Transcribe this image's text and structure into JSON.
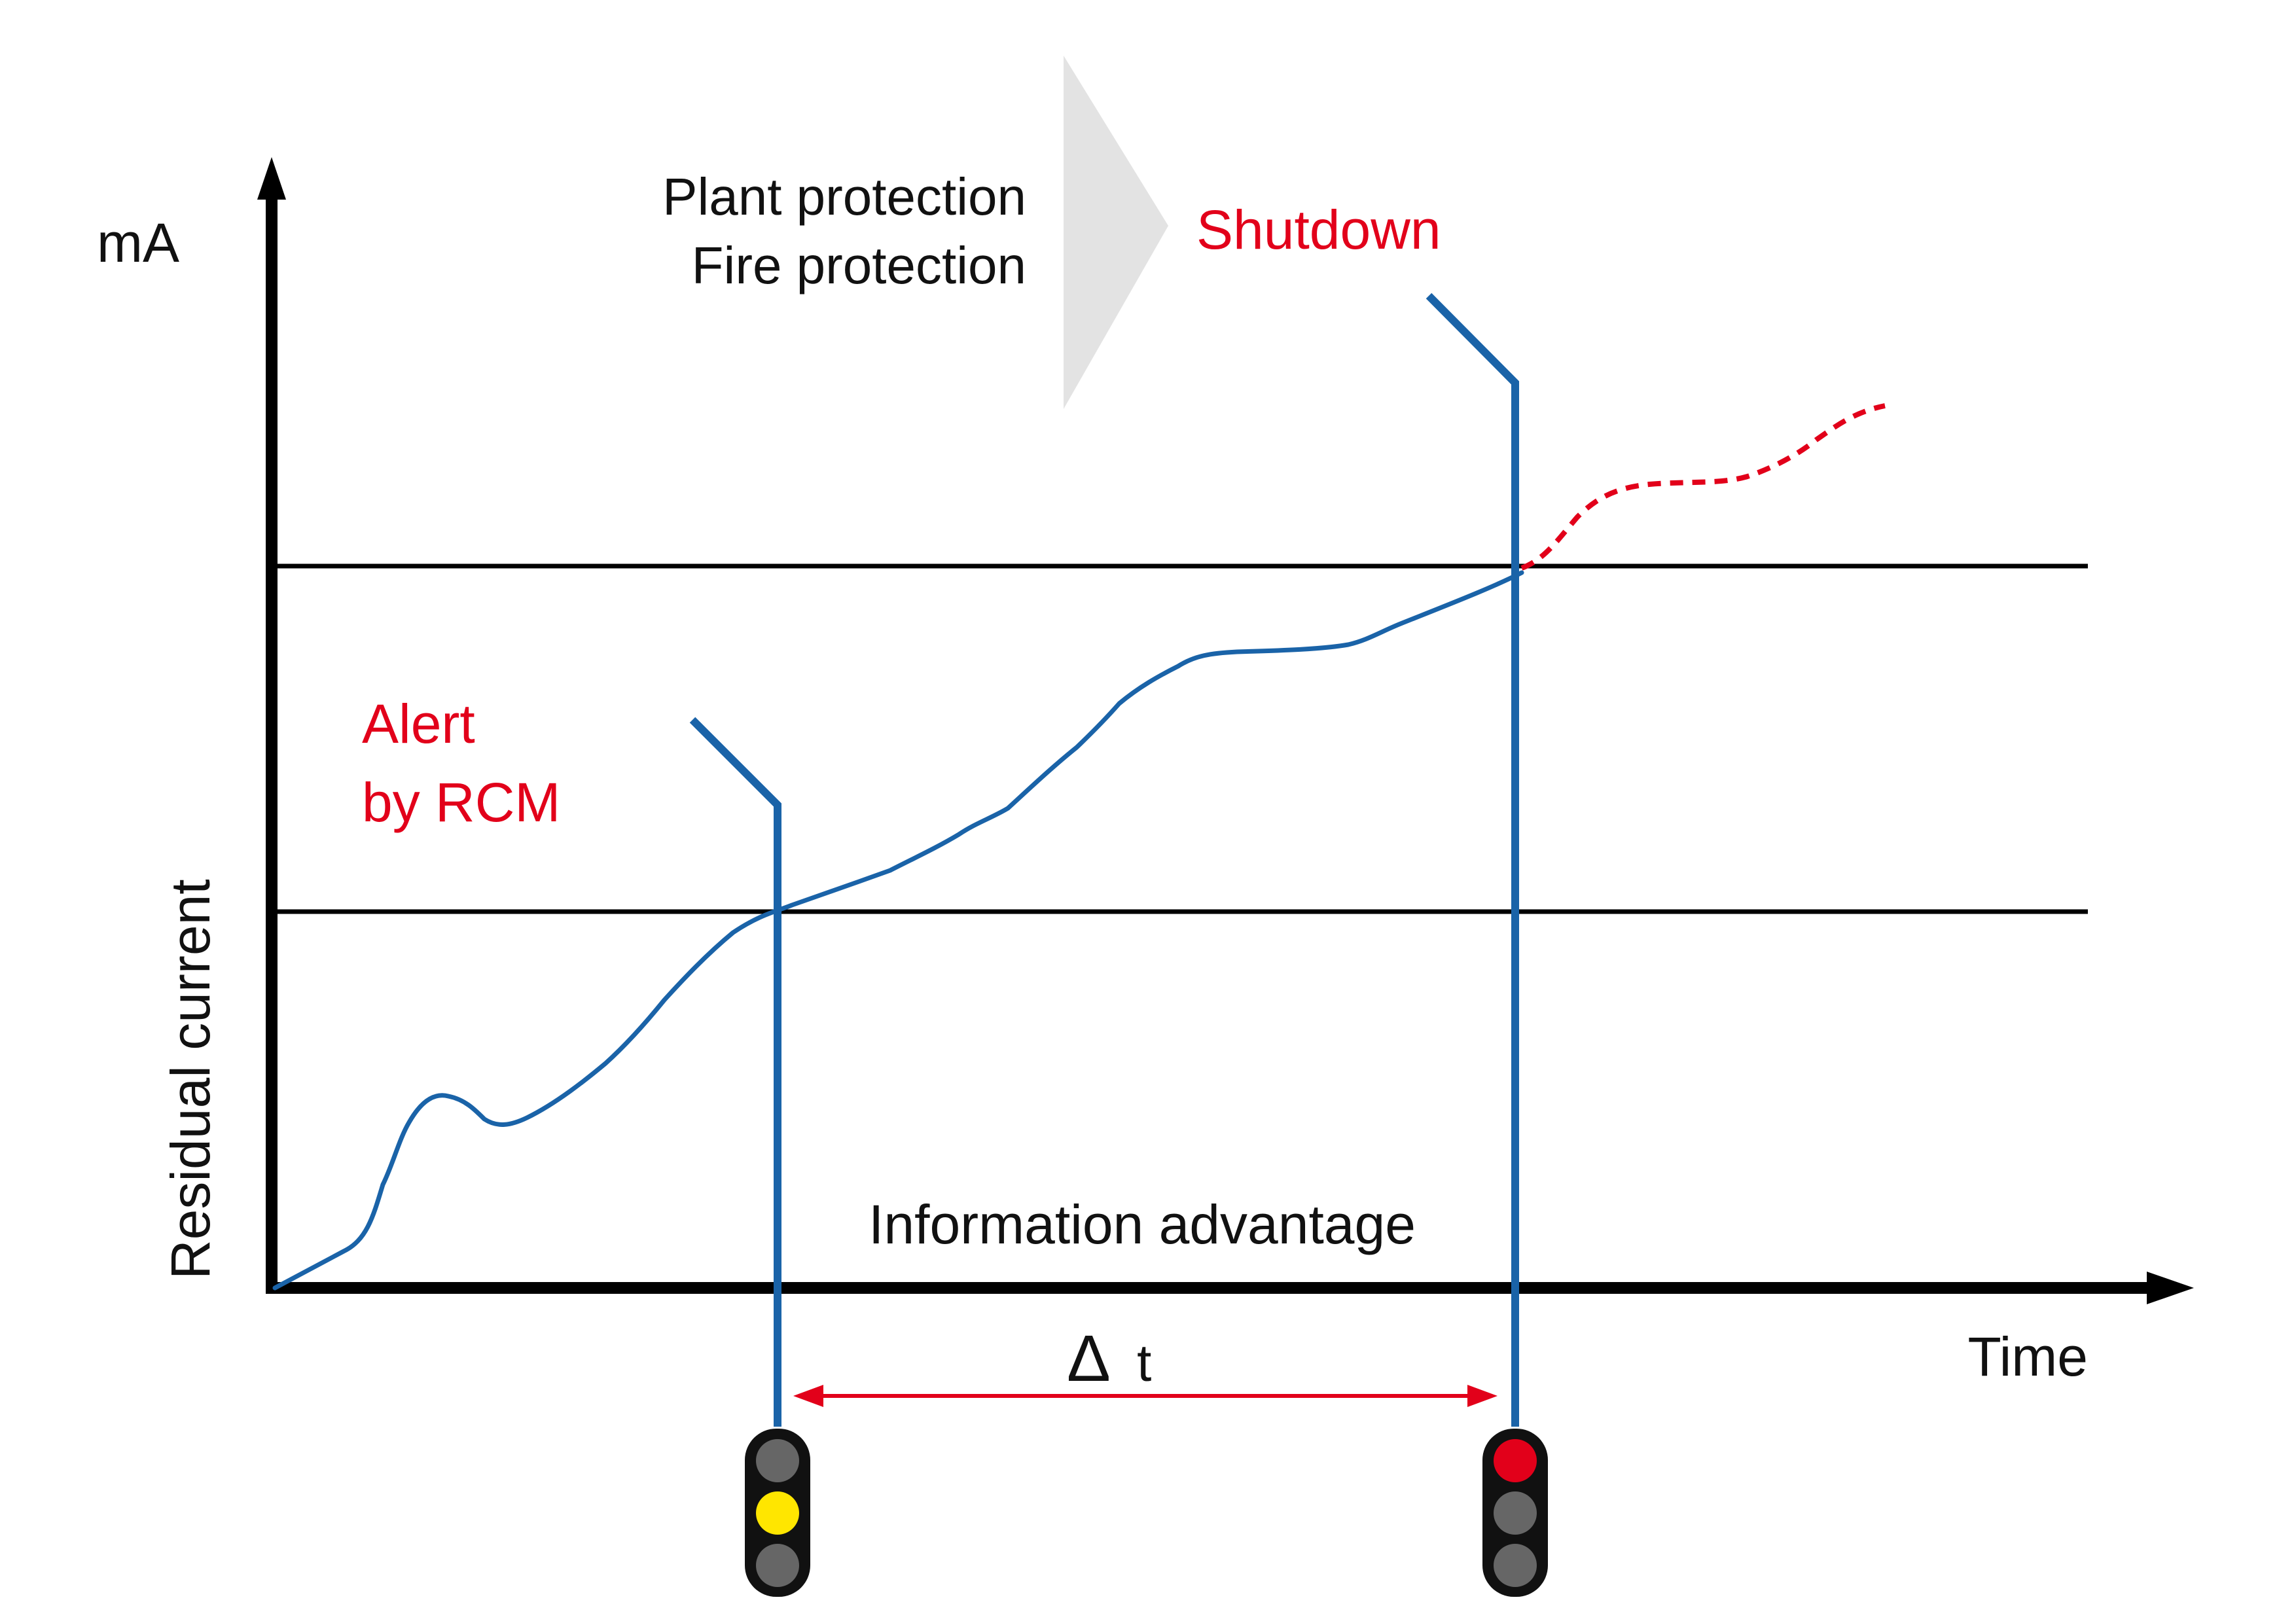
{
  "labels": {
    "y_unit": "mA",
    "y_axis": "Residual current",
    "x_axis": "Time",
    "protection_line1": "Plant protection",
    "protection_line2": "Fire protection",
    "shutdown": "Shutdown",
    "alert_line1": "Alert",
    "alert_line2": "by RCM",
    "information_advantage": "Information advantage",
    "delta_symbol": "Δ",
    "delta_var": "t"
  },
  "colors": {
    "axis": "#000000",
    "current_curve": "#1a63a8",
    "marker_line": "#1a63a8",
    "highlight_text": "#e2001a",
    "projection_curve": "#e2001a",
    "delta_arrow": "#e2001a",
    "chevron": "#e3e3e3",
    "light_housing": "#111111",
    "light_off": "#666666",
    "light_yellow": "#ffe600",
    "light_red": "#e2001a"
  },
  "traffic_lights": [
    {
      "name": "alert-traffic-light",
      "active": "yellow",
      "lamps": [
        "off",
        "yellow",
        "off"
      ]
    },
    {
      "name": "shutdown-traffic-light",
      "active": "red",
      "lamps": [
        "red",
        "off",
        "off"
      ]
    }
  ]
}
